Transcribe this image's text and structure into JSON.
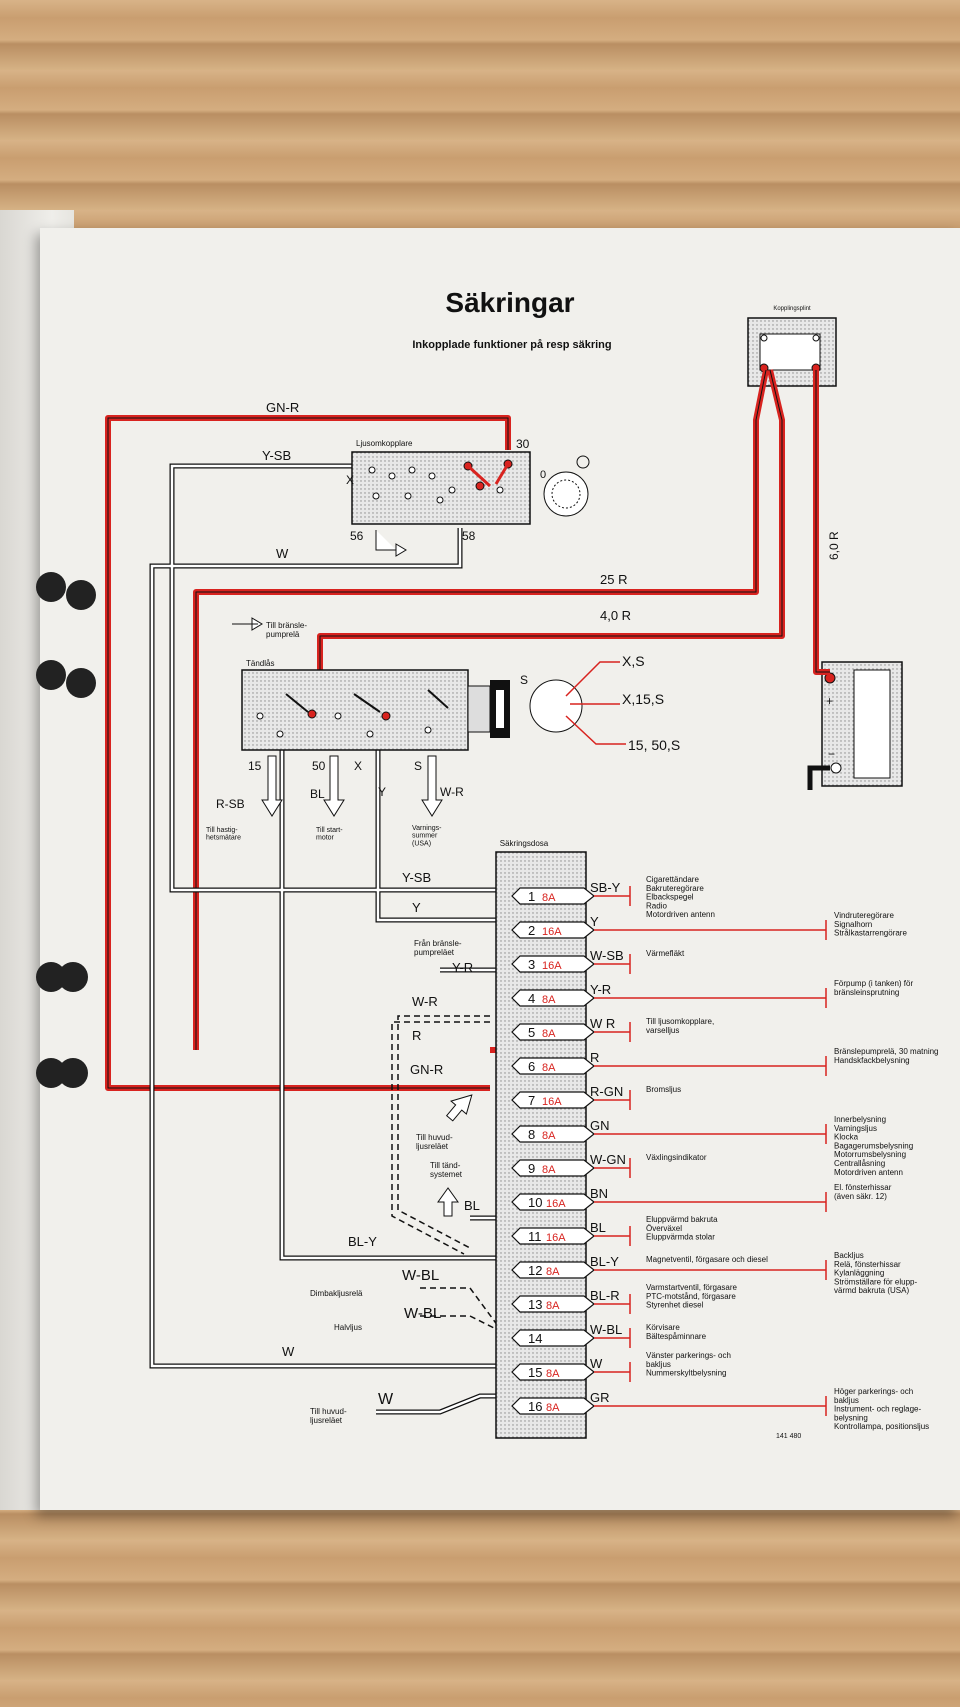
{
  "title": "Säkringar",
  "subtitle": "Inkopplade funktioner på resp säkring",
  "figure_number": "141 480",
  "colors": {
    "red_wire": "#d8231f",
    "black": "#111111",
    "paper": "#f1f0ec"
  },
  "top_components": {
    "kopplingsplint": "Kopplingsplint",
    "ljusomkopplare": "Ljusomkopplare",
    "tandlas": "Tändlås",
    "sakringsdosa": "Säkringsdosa"
  },
  "wire_labels": {
    "gn_r_top": "GN-R",
    "y_sb_top": "Y-SB",
    "w_top": "W",
    "r25": "25 R",
    "r40": "4,0 R",
    "r60": "6,0 R",
    "x": "X",
    "t30": "30",
    "t0": "0",
    "t56": "56",
    "t58": "58",
    "ign_s": "S",
    "ign_xs": "X,S",
    "ign_x15s": "X,15,S",
    "ign_1550s": "15, 50,S",
    "till_bransle": "Till bränsle-\npumprelä",
    "t15": "15",
    "t50": "50",
    "tx": "X",
    "ts": "S",
    "r_sb": "R-SB",
    "bl": "BL",
    "y": "Y",
    "w_r": "W-R",
    "hastig": "Till hastig-\nhetsmätare",
    "start": "Till start-\nmotor",
    "varnings": "Varnings-\nsummer\n(USA)",
    "in_ysb": "Y-SB",
    "in_y": "Y",
    "fran": "Från bränsle-\npumpreläet",
    "in_yr": "Y-R",
    "in_wr": "W-R",
    "in_r": "R",
    "in_gnr": "GN-R",
    "till_huvud": "Till huvud-\nljusreläet",
    "till_tand": "Till tänd-\nsystemet",
    "in_bl": "BL",
    "in_bly": "BL-Y",
    "dimbak": "Dimbakljusrelä",
    "halvljus": "Halvljus",
    "wbl1": "W-BL",
    "wbl2": "W-BL",
    "in_w": "W",
    "till_huvud2": "Till huvud-\nljusreläet",
    "in_w2": "W"
  },
  "fuses": [
    {
      "num": "1",
      "amp": "8A",
      "out": "SB-Y",
      "desc": "Cigarettändare\nBakruteregörare\nElbackspegel\nRadio\nMotordriven antenn",
      "far": ""
    },
    {
      "num": "2",
      "amp": "16A",
      "out": "Y",
      "desc": "",
      "far": "Vindruteregörare\nSignalhorn\nStrålkastarrengörare"
    },
    {
      "num": "3",
      "amp": "16A",
      "out": "W-SB",
      "desc": "Värmefläkt",
      "far": ""
    },
    {
      "num": "4",
      "amp": "8A",
      "out": "Y-R",
      "desc": "",
      "far": "Förpump (i tanken) för\nbränsleinsprutning"
    },
    {
      "num": "5",
      "amp": "8A",
      "out": "W R",
      "desc": "Till ljusomkopplare,\nvarselljus",
      "far": ""
    },
    {
      "num": "6",
      "amp": "8A",
      "out": "R",
      "desc": "",
      "far": "Bränslepumprelä, 30 matning\nHandskfackbelysning"
    },
    {
      "num": "7",
      "amp": "16A",
      "out": "R-GN",
      "desc": "Bromsljus",
      "far": ""
    },
    {
      "num": "8",
      "amp": "8A",
      "out": "GN",
      "desc": "",
      "far": "Innerbelysning\nVarningsljus\nKlocka\nBagagerumsbelysning\nMotorrumsbelysning\nCentrallåsning\nMotordriven antenn"
    },
    {
      "num": "9",
      "amp": "8A",
      "out": "W-GN",
      "desc": "Växlingsindikator",
      "far": ""
    },
    {
      "num": "10",
      "amp": "16A",
      "out": "BN",
      "desc": "",
      "far": "El. fönsterhissar\n(även säkr. 12)"
    },
    {
      "num": "11",
      "amp": "16A",
      "out": "BL",
      "desc": "Eluppvärmd bakruta\nÖverväxel\nEluppvärmda stolar",
      "far": ""
    },
    {
      "num": "12",
      "amp": "8A",
      "out": "BL-Y",
      "desc": "Magnetventil, förgasare och diesel",
      "far": "Backljus\nRelä, fönsterhissar\nKylanläggning\nStrömställare för elupp-\nvärmd bakruta (USA)"
    },
    {
      "num": "13",
      "amp": "8A",
      "out": "BL-R",
      "desc": "Varmstartventil, förgasare\nPTC-motstånd, förgasare\nStyrenhet diesel",
      "far": ""
    },
    {
      "num": "14",
      "amp": "",
      "out": "W-BL",
      "desc": "Körvisare\nBältespåminnare",
      "far": ""
    },
    {
      "num": "15",
      "amp": "8A",
      "out": "W",
      "desc": "Vänster parkerings- och\nbakljus\nNummerskyltbelysning",
      "far": ""
    },
    {
      "num": "16",
      "amp": "8A",
      "out": "GR",
      "desc": "",
      "far": "Höger parkerings- och\nbakljus\nInstrument- och reglage-\nbelysning\nKontrollampa, positionsljus"
    }
  ]
}
